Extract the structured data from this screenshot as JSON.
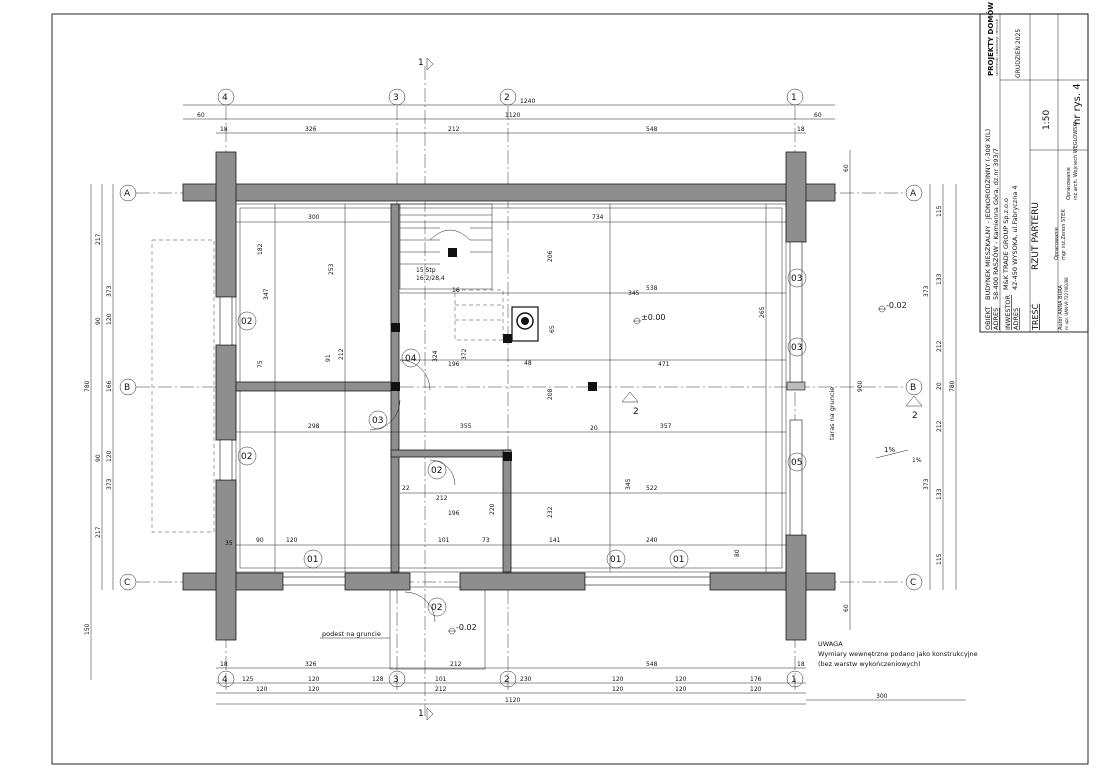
{
  "title_block": {
    "logo_text": "PROJEKTY DOMÓW",
    "logo_sub": "ARCHITEKTURA • KONSTRUKCJE • INSTALACJE",
    "date": "GRUDZIEŃ 2025",
    "scale": "1:50",
    "drawing_no": "nr rys. 4",
    "object_label": "OBIEKT",
    "object_value": "BUDYNEK MIESZKALNY - JEDNORODZINNY (-308 X(L)",
    "address_label": "ADRES",
    "address_value": "58-400 RASZÓW - Kamienna Góra, dz.nr 393/7",
    "investor_label": "INWESTOR",
    "investor_value": "M&K TRADE GROUP Sp.z.o.o",
    "investor_address_label": "ADRES",
    "investor_address_value": "42-450 WYSOKA, ul.Fabryczna 4",
    "content_label": "TREŚĆ",
    "content_value": "RZUT PARTERU",
    "author_line": "Autor ANNA BURA",
    "author_reg": "nr upr. UAN-VI-7227/82/88",
    "prepared_label": "Opracowanie",
    "prepared_value": "mgr inż.Zenon STEK",
    "checked_label": "Opracowanie",
    "checked_value": "inż.arch. Wojciech WĘGLOWSKI"
  },
  "axes": {
    "vertical": [
      "4",
      "3",
      "2",
      "1"
    ],
    "horizontal": [
      "A",
      "B",
      "C"
    ],
    "section_mark": "1"
  },
  "dimensions_top": {
    "overall": "1240",
    "inner": "1120",
    "outer_left": "60",
    "outer_right": "60",
    "segments": [
      "18",
      "326",
      "212",
      "548",
      "18"
    ]
  },
  "dimensions_bottom": {
    "row1": [
      "18",
      "326",
      "212",
      "548",
      "18"
    ],
    "row2": [
      "125",
      "120",
      "128",
      "101",
      "230",
      "120",
      "120",
      "176"
    ],
    "row3": [
      "120",
      "120",
      "212",
      "120",
      "120",
      "120"
    ],
    "overall": "1120",
    "extra": "300"
  },
  "dimensions_left": {
    "overall": "780",
    "col1": [
      "217",
      "373",
      "166",
      "373",
      "217"
    ],
    "col2": [
      "90",
      "120",
      "90",
      "120"
    ],
    "side": "150"
  },
  "dimensions_right": {
    "overall": "780",
    "col1": [
      "60",
      "115",
      "133",
      "212",
      "20",
      "212",
      "133",
      "115",
      "60"
    ],
    "col2": [
      "373",
      "900",
      "373"
    ]
  },
  "room_dims": [
    "300",
    "734",
    "182",
    "347",
    "253",
    "75",
    "91",
    "212",
    "298",
    "355",
    "357",
    "196",
    "372",
    "206",
    "345",
    "538",
    "471",
    "48",
    "65",
    "265",
    "522",
    "345",
    "232",
    "220",
    "196",
    "101",
    "73",
    "22",
    "212",
    "120",
    "90",
    "141",
    "240",
    "80",
    "35",
    "16",
    "208",
    "20",
    "324",
    "1%"
  ],
  "labels": {
    "windows": [
      "01",
      "01",
      "01",
      "02",
      "02",
      "02",
      "02",
      "03",
      "03",
      "03",
      "04",
      "05"
    ],
    "level_main": "±0.00",
    "level_terrace": "-0.02",
    "level_entrance": "-0.02",
    "stairs": "15 Stp",
    "stairs2": "16,2/28,4",
    "landing": "podest na gruncie",
    "terrace": "taras na gruncie",
    "section2": "2",
    "slope": "1%"
  },
  "note": {
    "title": "UWAGA",
    "line1": "Wymiary wewnętrzne podano jako konstrukcyjne",
    "line2": "(bez warstw wykończeniowych)"
  }
}
